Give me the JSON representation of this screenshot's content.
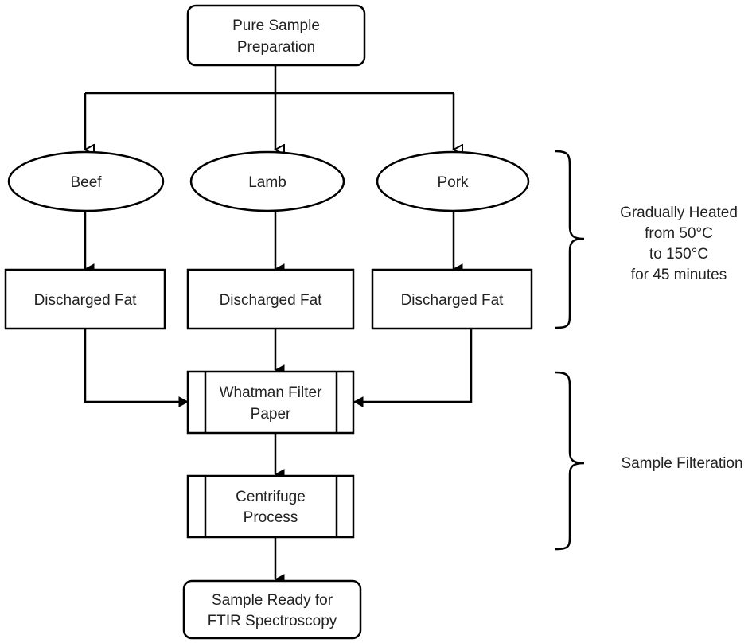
{
  "nodes": {
    "start": {
      "lines": [
        "Pure Sample",
        "Preparation"
      ]
    },
    "beef": {
      "label": "Beef"
    },
    "lamb": {
      "label": "Lamb"
    },
    "pork": {
      "label": "Pork"
    },
    "fat_beef": {
      "label": "Discharged Fat"
    },
    "fat_lamb": {
      "label": "Discharged Fat"
    },
    "fat_pork": {
      "label": "Discharged Fat"
    },
    "filter": {
      "lines": [
        "Whatman Filter",
        "Paper"
      ]
    },
    "centrifuge": {
      "lines": [
        "Centrifuge",
        "Process"
      ]
    },
    "end": {
      "lines": [
        "Sample Ready for",
        "FTIR Spectroscopy"
      ]
    }
  },
  "annotations": {
    "heating": {
      "lines": [
        "Gradually Heated",
        "from 50°C",
        "to 150°C",
        "for 45 minutes"
      ]
    },
    "filtration": {
      "label": "Sample Filteration"
    }
  },
  "colors": {
    "stroke": "#000000",
    "text": "#222222",
    "background": "#ffffff"
  }
}
